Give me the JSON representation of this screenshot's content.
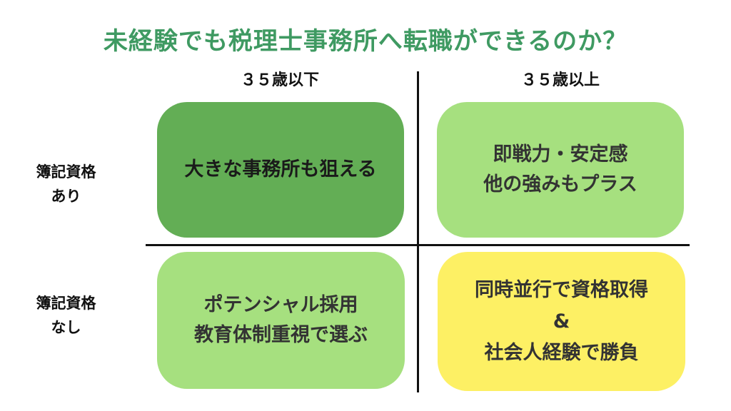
{
  "title": "未経験でも税理士事務所へ転職ができるのか？",
  "columns": [
    "３５歳以下",
    "３５歳以上"
  ],
  "rows": [
    {
      "line1": "簿記資格",
      "line2": "あり"
    },
    {
      "line1": "簿記資格",
      "line2": "なし"
    }
  ],
  "cells": {
    "top_left": {
      "lines": [
        "大きな事務所も狙える"
      ],
      "color": "#63ae55"
    },
    "top_right": {
      "lines": [
        "即戦力・安定感",
        "他の強みもプラス"
      ],
      "color": "#a6e07f"
    },
    "bottom_left": {
      "lines": [
        "ポテンシャル採用",
        "教育体制重視で選ぶ"
      ],
      "color": "#a6e07f"
    },
    "bottom_right": {
      "lines": [
        "同時並行で資格取得",
        "&",
        "社会人経験で勝負"
      ],
      "color": "#fdf064"
    }
  }
}
